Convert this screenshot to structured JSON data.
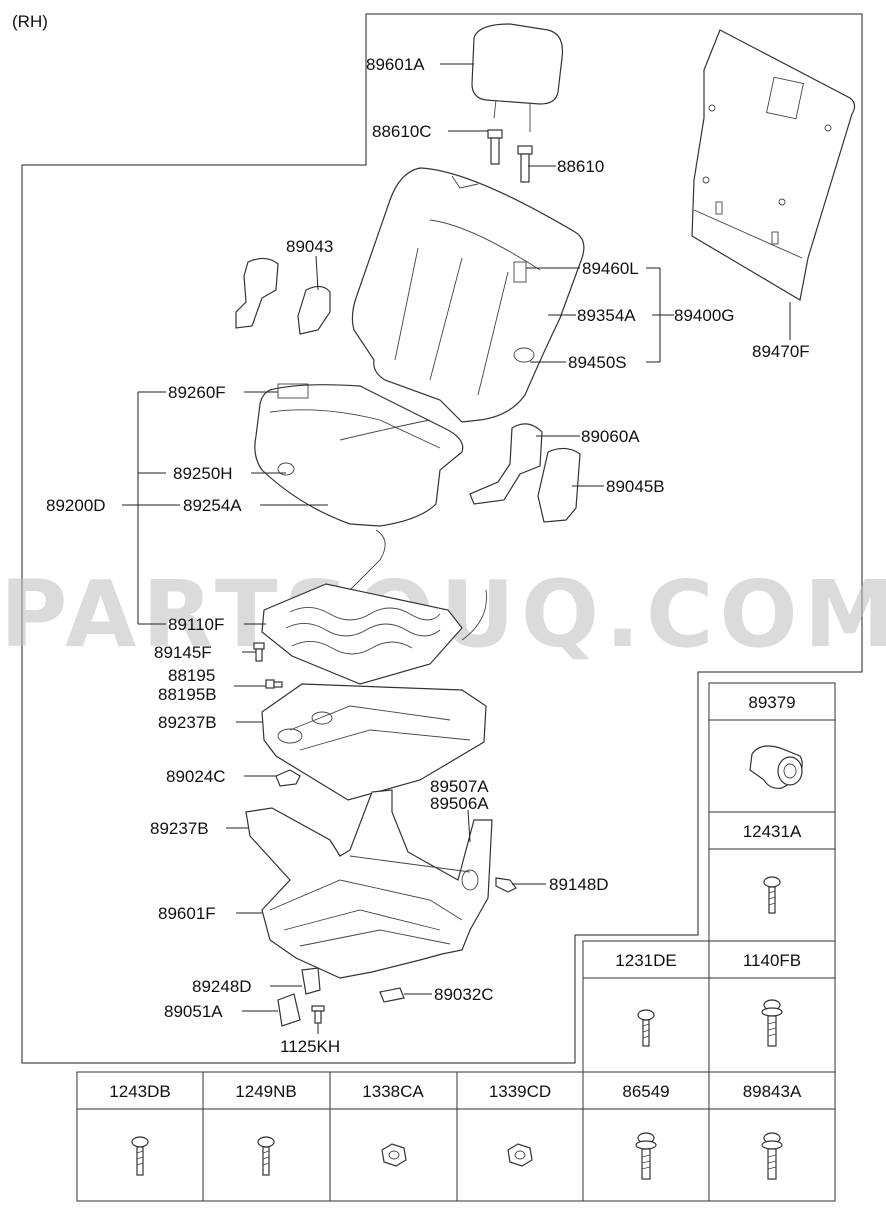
{
  "side_label": "(RH)",
  "watermark": "PARTSOUQ.COM",
  "callouts": [
    {
      "id": "89601A_top",
      "text": "89601A"
    },
    {
      "id": "88610C",
      "text": "88610C"
    },
    {
      "id": "88610",
      "text": "88610"
    },
    {
      "id": "89043",
      "text": "89043"
    },
    {
      "id": "89460L",
      "text": "89460L"
    },
    {
      "id": "89354A",
      "text": "89354A"
    },
    {
      "id": "89400G",
      "text": "89400G"
    },
    {
      "id": "89450S",
      "text": "89450S"
    },
    {
      "id": "89470F",
      "text": "89470F"
    },
    {
      "id": "89260F",
      "text": "89260F"
    },
    {
      "id": "89060A",
      "text": "89060A"
    },
    {
      "id": "89250H",
      "text": "89250H"
    },
    {
      "id": "89045B",
      "text": "89045B"
    },
    {
      "id": "89200D",
      "text": "89200D"
    },
    {
      "id": "89254A",
      "text": "89254A"
    },
    {
      "id": "89110F",
      "text": "89110F"
    },
    {
      "id": "89145F",
      "text": "89145F"
    },
    {
      "id": "88195",
      "text": "88195"
    },
    {
      "id": "88195B",
      "text": "88195B"
    },
    {
      "id": "89237B_a",
      "text": "89237B"
    },
    {
      "id": "89024C",
      "text": "89024C"
    },
    {
      "id": "89507A",
      "text": "89507A"
    },
    {
      "id": "89506A",
      "text": "89506A"
    },
    {
      "id": "89237B_b",
      "text": "89237B"
    },
    {
      "id": "89148D",
      "text": "89148D"
    },
    {
      "id": "89601F",
      "text": "89601F"
    },
    {
      "id": "89248D",
      "text": "89248D"
    },
    {
      "id": "89032C",
      "text": "89032C"
    },
    {
      "id": "89051A",
      "text": "89051A"
    },
    {
      "id": "1125KH",
      "text": "1125KH"
    }
  ],
  "fastener_table": [
    {
      "id": "89379",
      "text": "89379"
    },
    {
      "id": "12431A",
      "text": "12431A"
    },
    {
      "id": "1231DE",
      "text": "1231DE"
    },
    {
      "id": "1140FB",
      "text": "1140FB"
    },
    {
      "id": "1243DB",
      "text": "1243DB"
    },
    {
      "id": "1249NB",
      "text": "1249NB"
    },
    {
      "id": "1338CA",
      "text": "1338CA"
    },
    {
      "id": "1339CD",
      "text": "1339CD"
    },
    {
      "id": "86549",
      "text": "86549"
    },
    {
      "id": "89843A",
      "text": "89843A"
    }
  ]
}
